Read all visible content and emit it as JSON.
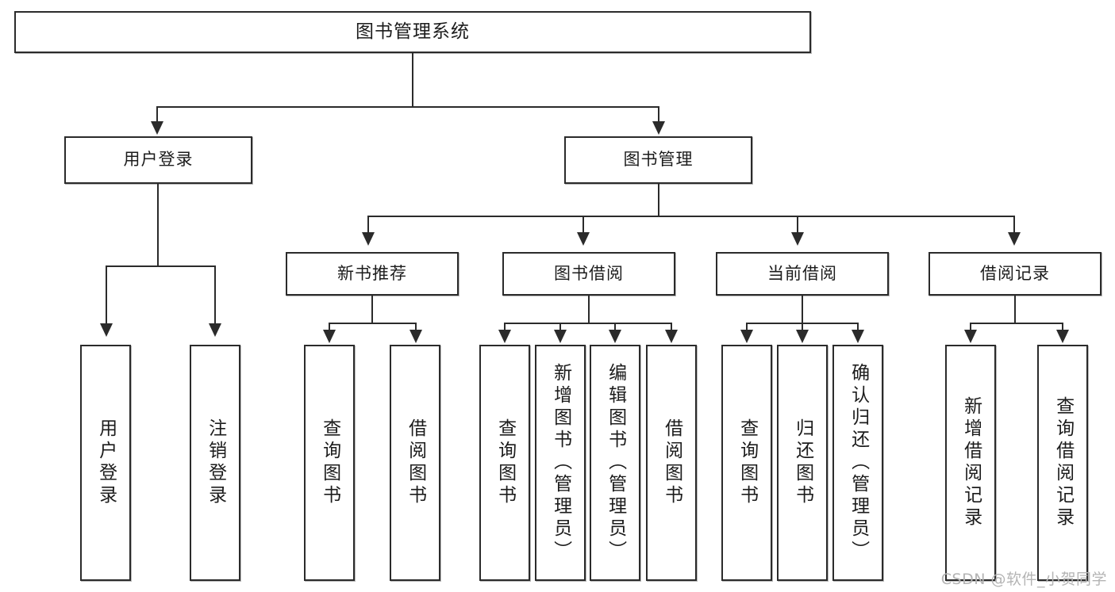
{
  "diagram": {
    "title": "图书管理系统",
    "type": "tree-hierarchy",
    "watermark": "CSDN @软件_小贺同学",
    "colors": {
      "stroke": "#2b2b2b",
      "fill": "#ffffff",
      "text": "#1c1c1c",
      "watermark": "#b4b4b4"
    }
  },
  "root": {
    "label": "图书管理系统"
  },
  "level2": [
    {
      "label": "用户登录"
    },
    {
      "label": "图书管理"
    }
  ],
  "level3": [
    {
      "label": "新书推荐"
    },
    {
      "label": "图书借阅"
    },
    {
      "label": "当前借阅"
    },
    {
      "label": "借阅记录"
    }
  ],
  "leaves": {
    "user_login": [
      {
        "label": "用户登录"
      },
      {
        "label": "注销登录"
      }
    ],
    "new_book": [
      {
        "label": "查询图书"
      },
      {
        "label": "借阅图书"
      }
    ],
    "book_borrow": [
      {
        "label": "查询图书"
      },
      {
        "label": "新增图书（管理员）"
      },
      {
        "label": "编辑图书（管理员）"
      },
      {
        "label": "借阅图书"
      }
    ],
    "current_borrow": [
      {
        "label": "查询图书"
      },
      {
        "label": "归还图书"
      },
      {
        "label": "确认归还（管理员）"
      }
    ],
    "borrow_record": [
      {
        "label": "新增借阅记录"
      },
      {
        "label": "查询借阅记录"
      }
    ]
  }
}
